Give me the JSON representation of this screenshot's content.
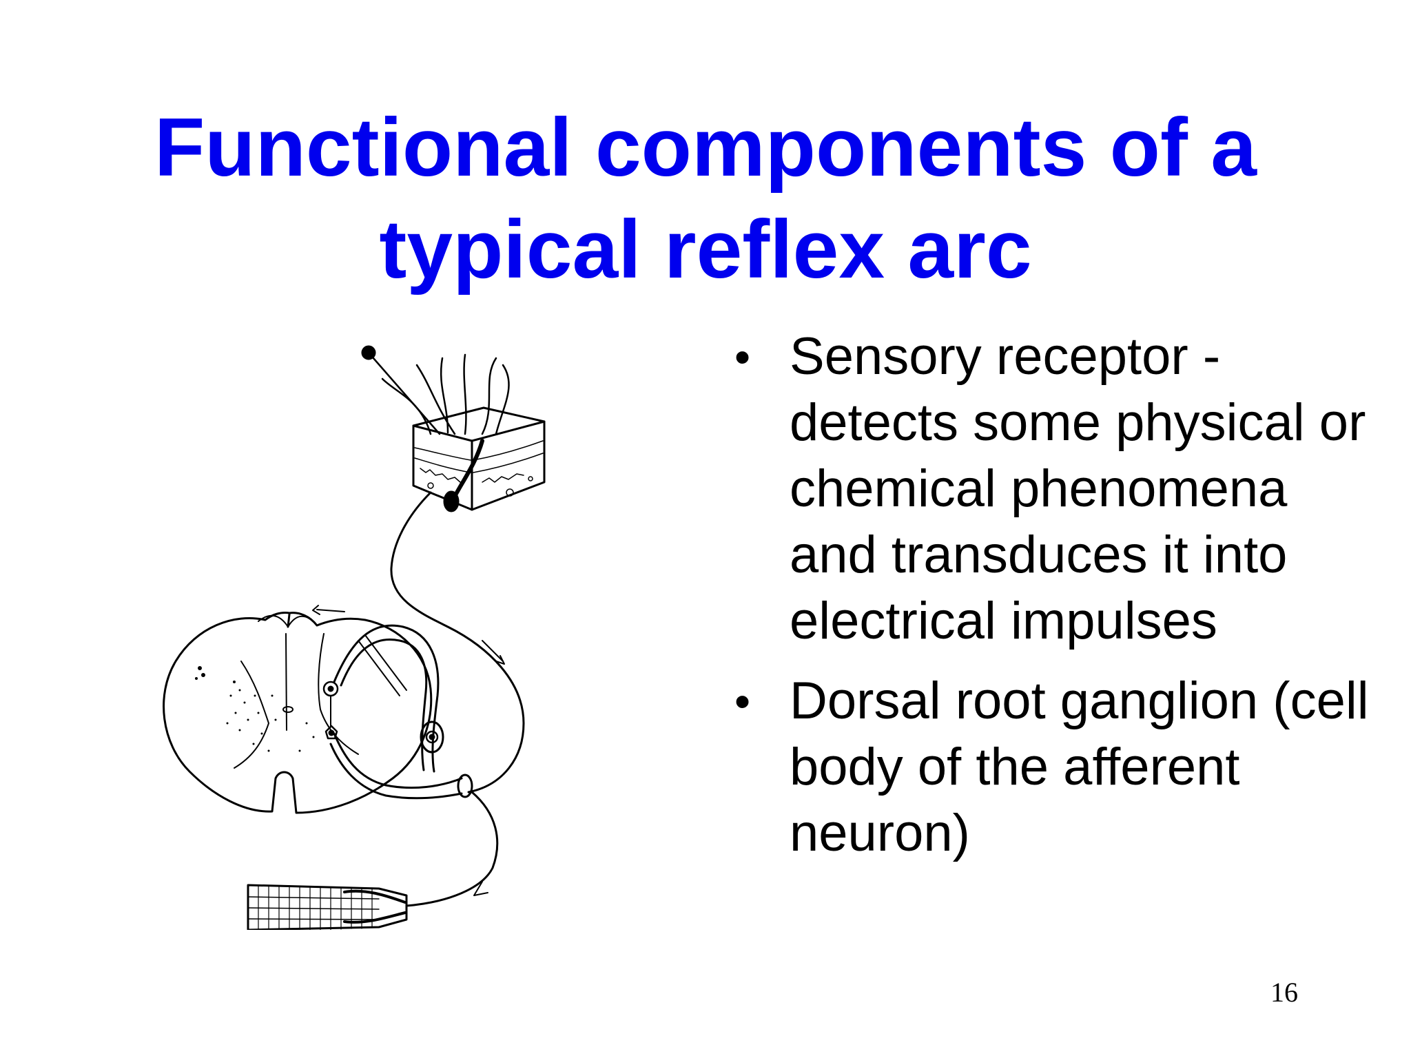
{
  "slide": {
    "title_line1": "Functional components of a",
    "title_line2": "typical reflex arc",
    "bullets": [
      {
        "text": "Sensory receptor - detects some physical or chemical phenomena and transduces it into electrical impulses"
      },
      {
        "text": "Dorsal root ganglion (cell body of the afferent neuron)"
      }
    ],
    "bullet_glyph": "•",
    "page_number": "16"
  },
  "colors": {
    "title": "#0000ee",
    "body_text": "#000000",
    "background": "#ffffff"
  }
}
